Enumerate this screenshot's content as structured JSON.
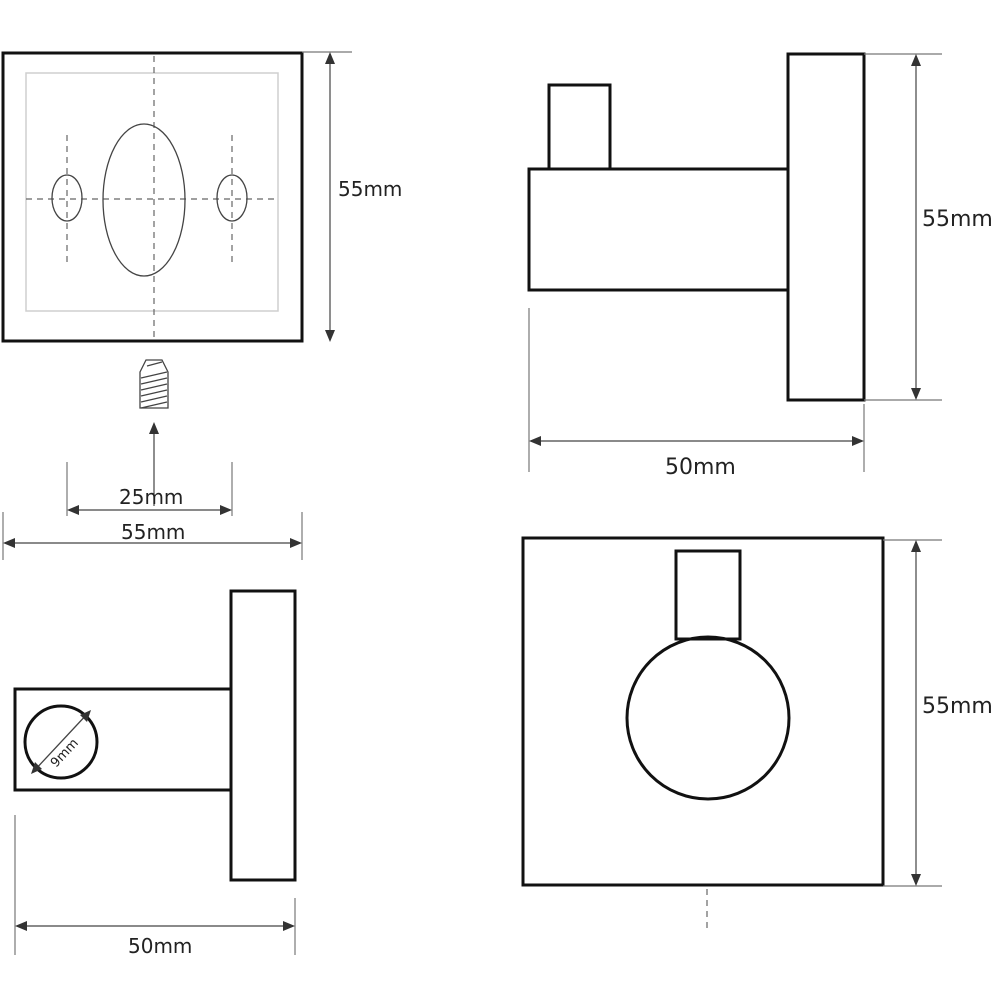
{
  "colors": {
    "line": "#111111",
    "dimension": "#444444",
    "background": "#ffffff"
  },
  "labels": {
    "back_view_height": "55mm",
    "back_view_screw_spacing": "25mm",
    "back_view_width": "55mm",
    "side_view_height": "55mm",
    "side_view_depth": "50mm",
    "bottom_view_diameter": "9mm",
    "bottom_view_depth": "50mm",
    "front_view_height": "55mm"
  }
}
